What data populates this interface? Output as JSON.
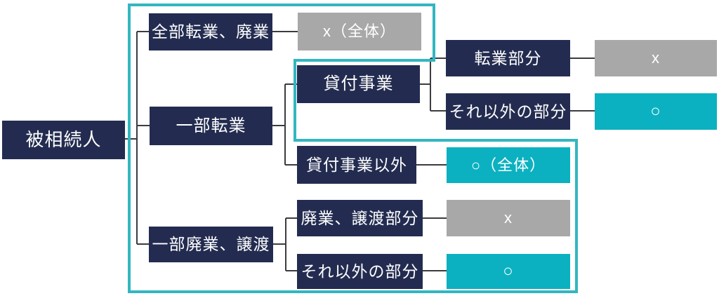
{
  "colors": {
    "navy": "#232c50",
    "gray": "#a8a8a8",
    "teal": "#0bb1c0",
    "outline": "#33b6c1",
    "connector": "#3c3c40",
    "text": "#ffffff",
    "background": "#ffffff"
  },
  "diagram": {
    "root": "被相続人",
    "branches": [
      {
        "label": "全部転業、廃業",
        "result": "x（全体）"
      },
      {
        "label": "一部転業",
        "children": [
          {
            "label": "貸付事業",
            "children": [
              {
                "label": "転業部分",
                "result": "x"
              },
              {
                "label": "それ以外の部分",
                "result": "○"
              }
            ]
          },
          {
            "label": "貸付事業以外",
            "result": "○（全体）"
          }
        ]
      },
      {
        "label": "一部廃業、譲渡",
        "children": [
          {
            "label": "廃業、譲渡部分",
            "result": "x"
          },
          {
            "label": "それ以外の部分",
            "result": "○"
          }
        ]
      }
    ]
  }
}
